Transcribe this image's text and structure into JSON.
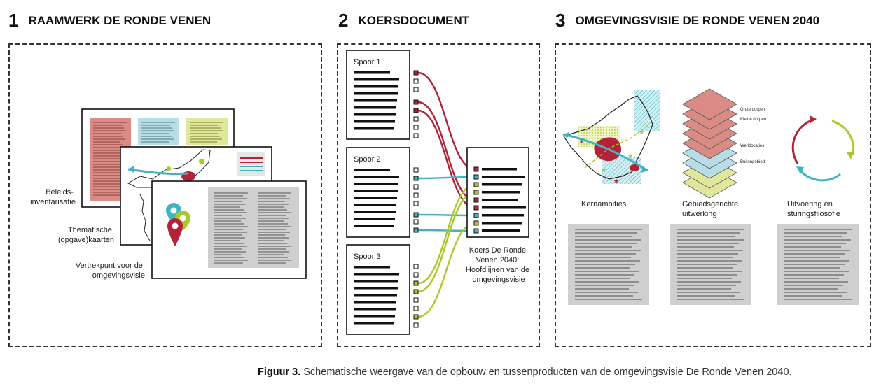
{
  "sections": [
    {
      "number": "1",
      "title": "RAAMWERK DE RONDE VENEN"
    },
    {
      "number": "2",
      "title": "KOERSDOCUMENT"
    },
    {
      "number": "3",
      "title": "OMGEVINGSVISIE DE RONDE VENEN 2040"
    }
  ],
  "panel1": {
    "label_beleid": [
      "Beleids-",
      "inventarisatie"
    ],
    "label_thematisch": [
      "Thematische",
      "(opgave)kaarten"
    ],
    "label_vertrekpunt": [
      "Vertrekpunt voor de",
      "omgevingsvisie"
    ]
  },
  "panel2": {
    "tracks": [
      "Spoor 1",
      "Spoor 2",
      "Spoor 3"
    ],
    "result_label": [
      "Koers De Ronde",
      "Venen 2040:",
      "Hoofdlijnen van de",
      "omgevingsvisie"
    ]
  },
  "panel3": {
    "layers": [
      "Grote dorpen",
      "Kleine dorpen",
      "Werklocaties",
      "Buitengebied"
    ],
    "labels": [
      [
        "Kernambities"
      ],
      [
        "Gebiedsgerichte",
        "uitwerking"
      ],
      [
        "Uitvoering en",
        "sturingsfilosofie"
      ]
    ]
  },
  "caption": {
    "label": "Figuur 3.",
    "text": " Schematische weergave van de opbouw en tussenproducten van de omgevingsvisie De Ronde Venen 2040."
  },
  "colors": {
    "red": "#b32236",
    "blue": "#3fb5c4",
    "green": "#a9c92a",
    "salmon": "#d98b84",
    "lightblue": "#b8dde6",
    "lightgreen": "#dfe89a",
    "grey": "#cfcfcf"
  }
}
